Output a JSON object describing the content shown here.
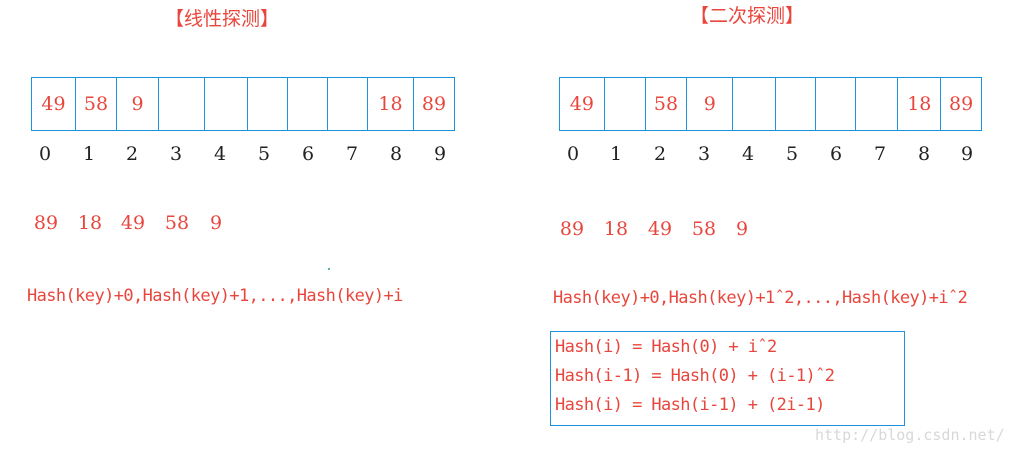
{
  "left": {
    "title": "【线性探测】",
    "cells": [
      "49",
      "58",
      "9",
      "",
      "",
      "",
      "",
      "",
      "18",
      "89"
    ],
    "indices": [
      "0",
      "1",
      "2",
      "3",
      "4",
      "5",
      "6",
      "7",
      "8",
      "9"
    ],
    "sequence": [
      "89",
      "18",
      "49",
      "58",
      "9"
    ],
    "formula": "Hash(key)+0,Hash(key)+1,...,Hash(key)+i"
  },
  "right": {
    "title": "【二次探测】",
    "cells": [
      "49",
      "",
      "58",
      "9",
      "",
      "",
      "",
      "",
      "18",
      "89"
    ],
    "indices": [
      "0",
      "1",
      "2",
      "3",
      "4",
      "5",
      "6",
      "7",
      "8",
      "9"
    ],
    "sequence": [
      "89",
      "18",
      "49",
      "58",
      "9"
    ],
    "formula": "Hash(key)+0,Hash(key)+1ˆ2,...,Hash(key)+iˆ2",
    "box_lines": [
      "Hash(i) = Hash(0) + iˆ2",
      "Hash(i-1) = Hash(0) + (i-1)ˆ2",
      "Hash(i) = Hash(i-1) + (2i-1)"
    ]
  },
  "watermark": "http://blog.csdn.net/"
}
